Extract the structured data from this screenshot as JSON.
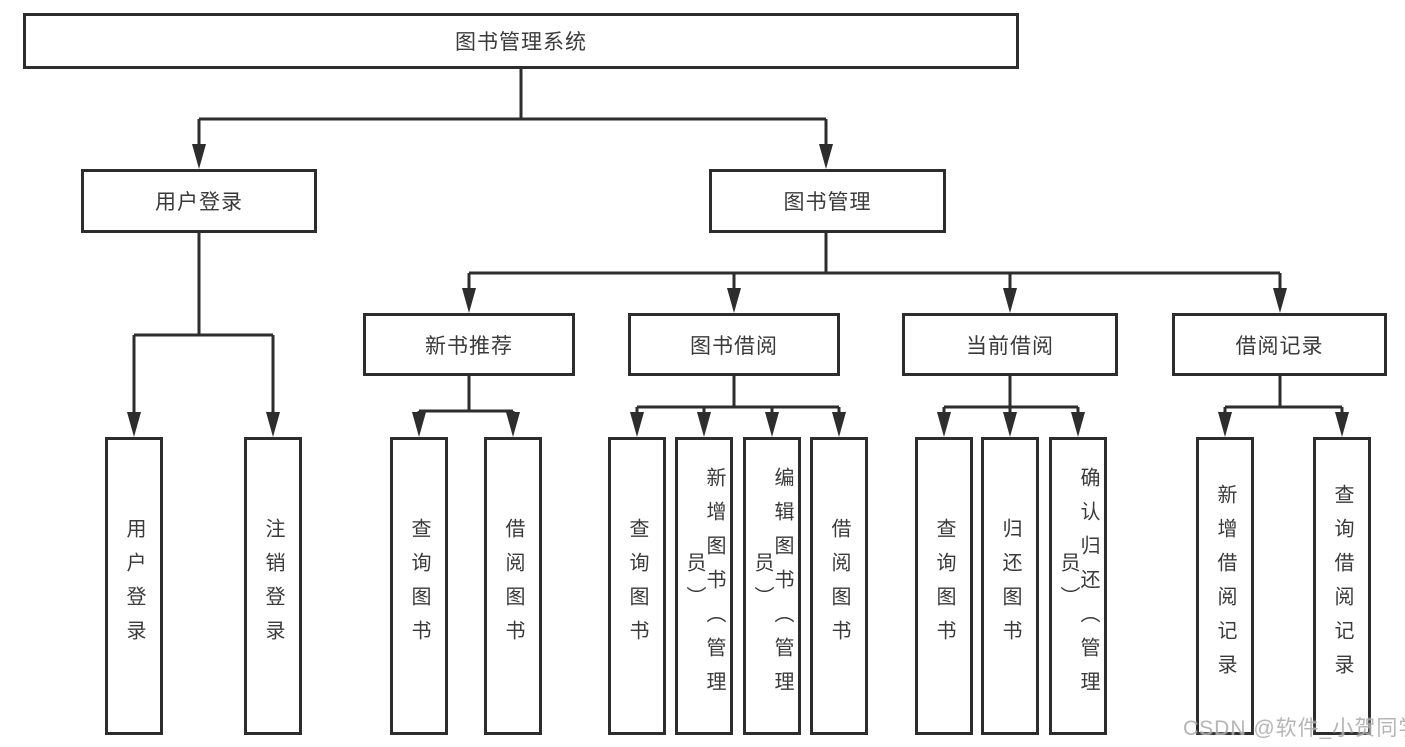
{
  "tree": {
    "root": {
      "label": "图书管理系统"
    },
    "level2": [
      {
        "label": "用户登录"
      },
      {
        "label": "图书管理"
      }
    ],
    "level3": [
      {
        "label": "新书推荐",
        "parent": "图书管理"
      },
      {
        "label": "图书借阅",
        "parent": "图书管理"
      },
      {
        "label": "当前借阅",
        "parent": "图书管理"
      },
      {
        "label": "借阅记录",
        "parent": "图书管理"
      }
    ],
    "leaves": [
      {
        "label": "用户登录",
        "parent": "用户登录"
      },
      {
        "label": "注销登录",
        "parent": "用户登录"
      },
      {
        "label": "查询图书",
        "parent": "新书推荐"
      },
      {
        "label": "借阅图书",
        "parent": "新书推荐"
      },
      {
        "label": "查询图书",
        "parent": "图书借阅"
      },
      {
        "label": "新增图书（管理员）",
        "parent": "图书借阅"
      },
      {
        "label": "编辑图书（管理员）",
        "parent": "图书借阅"
      },
      {
        "label": "借阅图书",
        "parent": "图书借阅"
      },
      {
        "label": "查询图书",
        "parent": "当前借阅"
      },
      {
        "label": "归还图书",
        "parent": "当前借阅"
      },
      {
        "label": "确认归还（管理员）",
        "parent": "当前借阅"
      },
      {
        "label": "新增借阅记录",
        "parent": "借阅记录"
      },
      {
        "label": "查询借阅记录",
        "parent": "借阅记录"
      }
    ]
  },
  "watermark": {
    "text": "CSDN @软件_小贺同学"
  },
  "colors": {
    "line": "#2d2d2d",
    "text": "#3a3a3a",
    "background": "#ffffff",
    "watermark": "#aeaeae"
  }
}
